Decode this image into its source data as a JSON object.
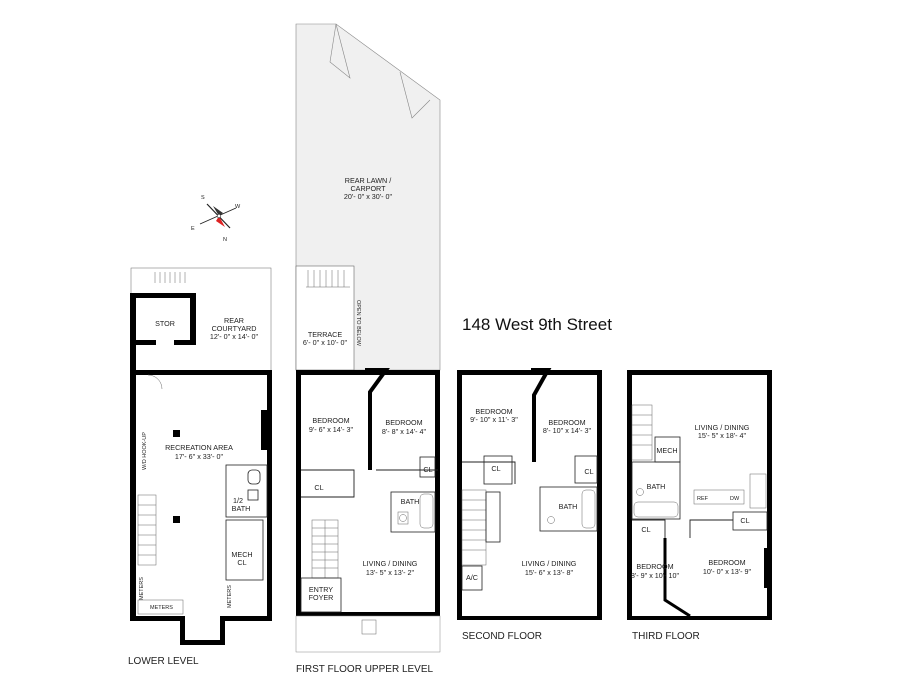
{
  "title": "148 West 9th Street",
  "compass": {
    "s": "S",
    "w": "W",
    "e": "E",
    "n": "N"
  },
  "floors": {
    "lower": {
      "name": "LOWER LEVEL",
      "stor": "STOR",
      "courtyard": {
        "name": [
          "REAR",
          "COURTYARD"
        ],
        "dims": "12'- 0\" x 14'- 0\""
      },
      "recreation": {
        "name": "RECREATION AREA",
        "dims": "17'- 6\" x 33'- 0\""
      },
      "halfbath": [
        "1/2",
        "BATH"
      ],
      "mech": [
        "MECH",
        "CL"
      ],
      "wd": "W/D HOOK-UP",
      "meters": "METERS",
      "meters2": "METERS",
      "meters3": "METERS"
    },
    "first": {
      "name": "FIRST FLOOR UPPER LEVEL",
      "lawn": {
        "name": [
          "REAR LAWN /",
          "CARPORT"
        ],
        "dims": "20'- 0\" x 30'- 0\""
      },
      "terrace": {
        "name": "TERRACE",
        "dims": "6'- 0\" x 10'- 0\""
      },
      "open": "OPEN TO BELOW",
      "bed1": {
        "name": "BEDROOM",
        "dims": "9'- 6\" x 14'- 3\""
      },
      "bed2": {
        "name": "BEDROOM",
        "dims": "8'- 8\" x 14'- 4\""
      },
      "cl1": "CL",
      "cl2": "CL",
      "bath": "BATH",
      "living": {
        "name": "LIVING / DINING",
        "dims": "13'- 5\" x 13'- 2\""
      },
      "entry": [
        "ENTRY",
        "FOYER"
      ]
    },
    "second": {
      "name": "SECOND FLOOR",
      "bed1": {
        "name": "BEDROOM",
        "dims": "9'- 10\" x 11'- 3\""
      },
      "bed2": {
        "name": "BEDROOM",
        "dims": "8'- 10\" x 14'- 3\""
      },
      "cl1": "CL",
      "cl2": "CL",
      "bath": "BATH",
      "ac": "A/C",
      "living": {
        "name": "LIVING / DINING",
        "dims": "15'- 6\" x 13'- 8\""
      }
    },
    "third": {
      "name": "THIRD FLOOR",
      "living": {
        "name": "LIVING / DINING",
        "dims": "15'- 5\" x 18'- 4\""
      },
      "mech": "MECH",
      "bath": "BATH",
      "cl1": "CL",
      "cl2": "CL",
      "bed1": {
        "name": "BEDROOM",
        "dims": "8'- 9\" x 10'- 10\""
      },
      "bed2": {
        "name": "BEDROOM",
        "dims": "10'- 0\" x 13'- 9\""
      },
      "ref": "REF",
      "dw": "DW"
    }
  }
}
